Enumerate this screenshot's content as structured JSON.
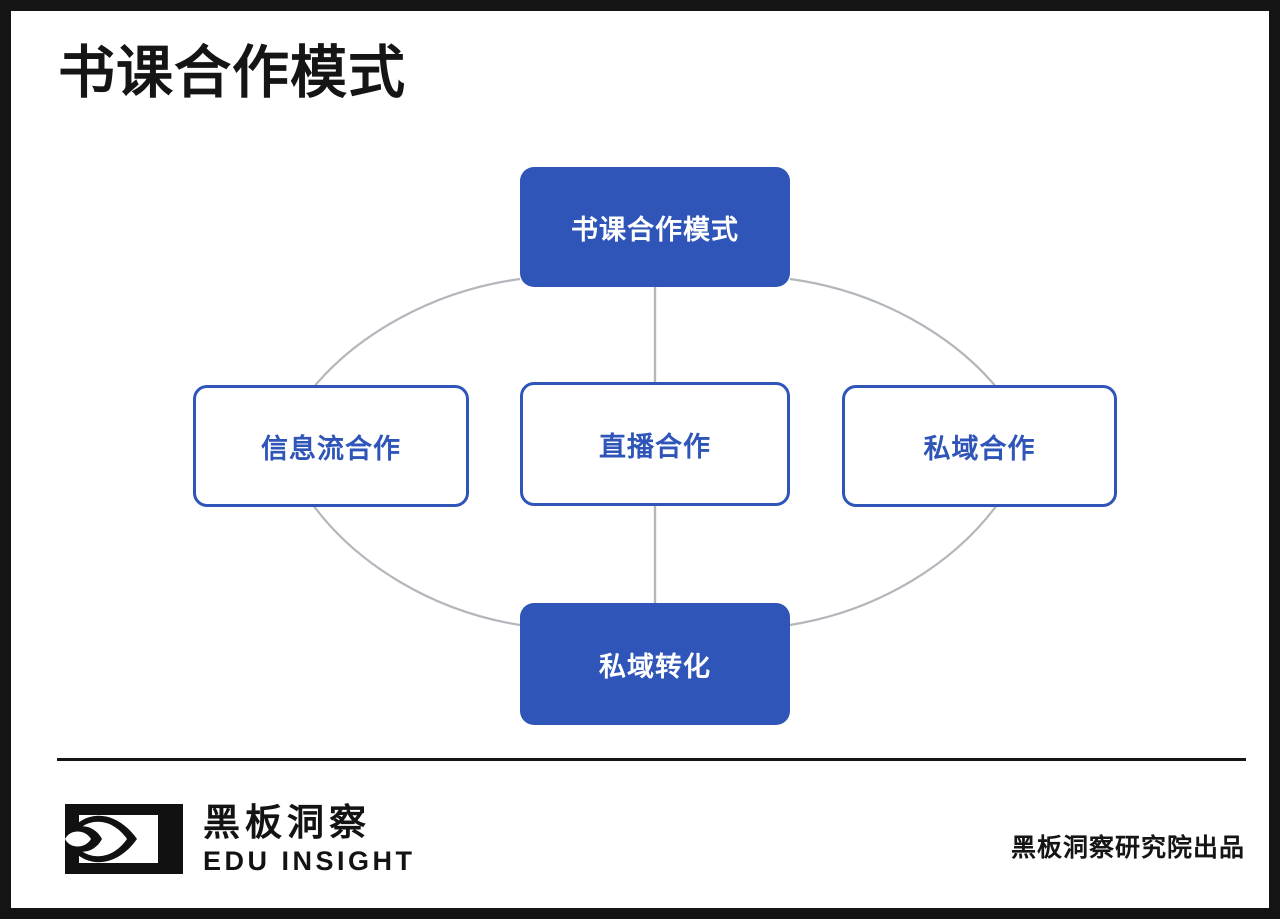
{
  "slide": {
    "title": "书课合作模式",
    "accent_color": "#2F55B8",
    "frame_color": "#141414",
    "connector_color": "#B3B7BC",
    "background": "#FFFFFF"
  },
  "diagram": {
    "type": "cycle-diagram",
    "nodes": {
      "top": {
        "label": "书课合作模式",
        "style": "filled"
      },
      "left": {
        "label": "信息流合作",
        "style": "outline"
      },
      "center": {
        "label": "直播合作",
        "style": "outline"
      },
      "right": {
        "label": "私域合作",
        "style": "outline"
      },
      "bottom": {
        "label": "私域转化",
        "style": "filled"
      }
    }
  },
  "footer": {
    "brand_cn": "黑板洞察",
    "brand_en": "EDU INSIGHT",
    "credit": "黑板洞察研究院出品",
    "logo_icon": "eye-logo-icon"
  }
}
